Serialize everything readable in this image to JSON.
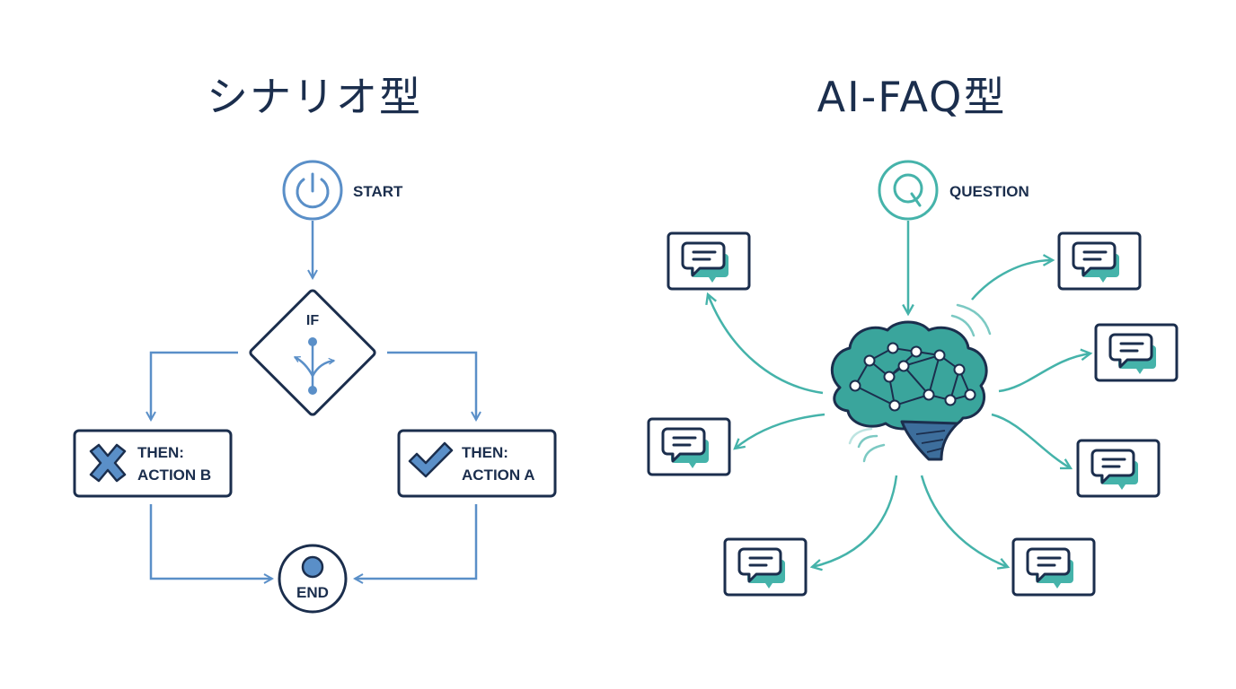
{
  "scenario": {
    "title": "シナリオ型",
    "start_label": "START",
    "if_label": "IF",
    "action_b_line1": "THEN:",
    "action_b_line2": "ACTION B",
    "action_a_line1": "THEN:",
    "action_a_line2": "ACTION A",
    "end_label": "END"
  },
  "ai_faq": {
    "title": "AI-FAQ型",
    "question_label": "QUESTION"
  },
  "colors": {
    "navy": "#1b2e4d",
    "blue": "#5a8fc8",
    "teal": "#45b3aa",
    "brain_fill": "#3aa59c"
  },
  "icons": [
    "power-icon",
    "branch-icon",
    "x-icon",
    "check-icon",
    "q-icon",
    "brain-icon",
    "chat-bubble-icon"
  ]
}
